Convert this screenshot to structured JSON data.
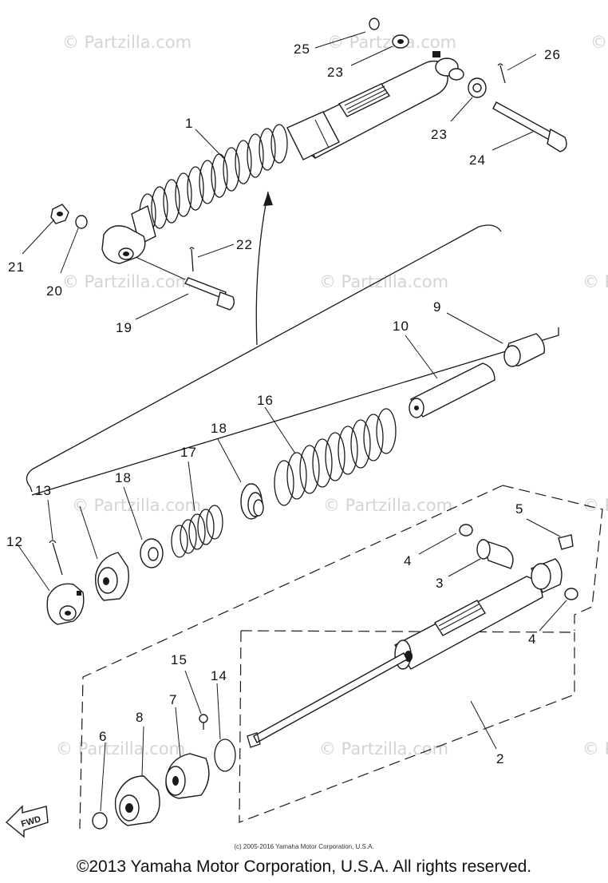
{
  "watermark_text": "© Partzilla.com",
  "part_labels": {
    "p1": "1",
    "p2": "2",
    "p3": "3",
    "p4a": "4",
    "p4b": "4",
    "p5": "5",
    "p6": "6",
    "p7": "7",
    "p8": "8",
    "p9": "9",
    "p10": "10",
    "p12": "12",
    "p13": "13",
    "p14": "14",
    "p15": "15",
    "p16": "16",
    "p17": "17",
    "p18a": "18",
    "p18b": "18",
    "p19": "19",
    "p20": "20",
    "p21": "21",
    "p22": "22",
    "p23a": "23",
    "p23b": "23",
    "p24": "24",
    "p25": "25",
    "p26": "26"
  },
  "fwd_label": "FWD",
  "copyright_small": "(c) 2005-2016 Yamaha Motor Corporation, U.S.A.",
  "copyright_main": "©2013 Yamaha Motor Corporation, U.S.A. All rights reserved.",
  "colors": {
    "ink": "#1a1a1a",
    "watermark": "#d4d4d4",
    "background": "#ffffff"
  }
}
